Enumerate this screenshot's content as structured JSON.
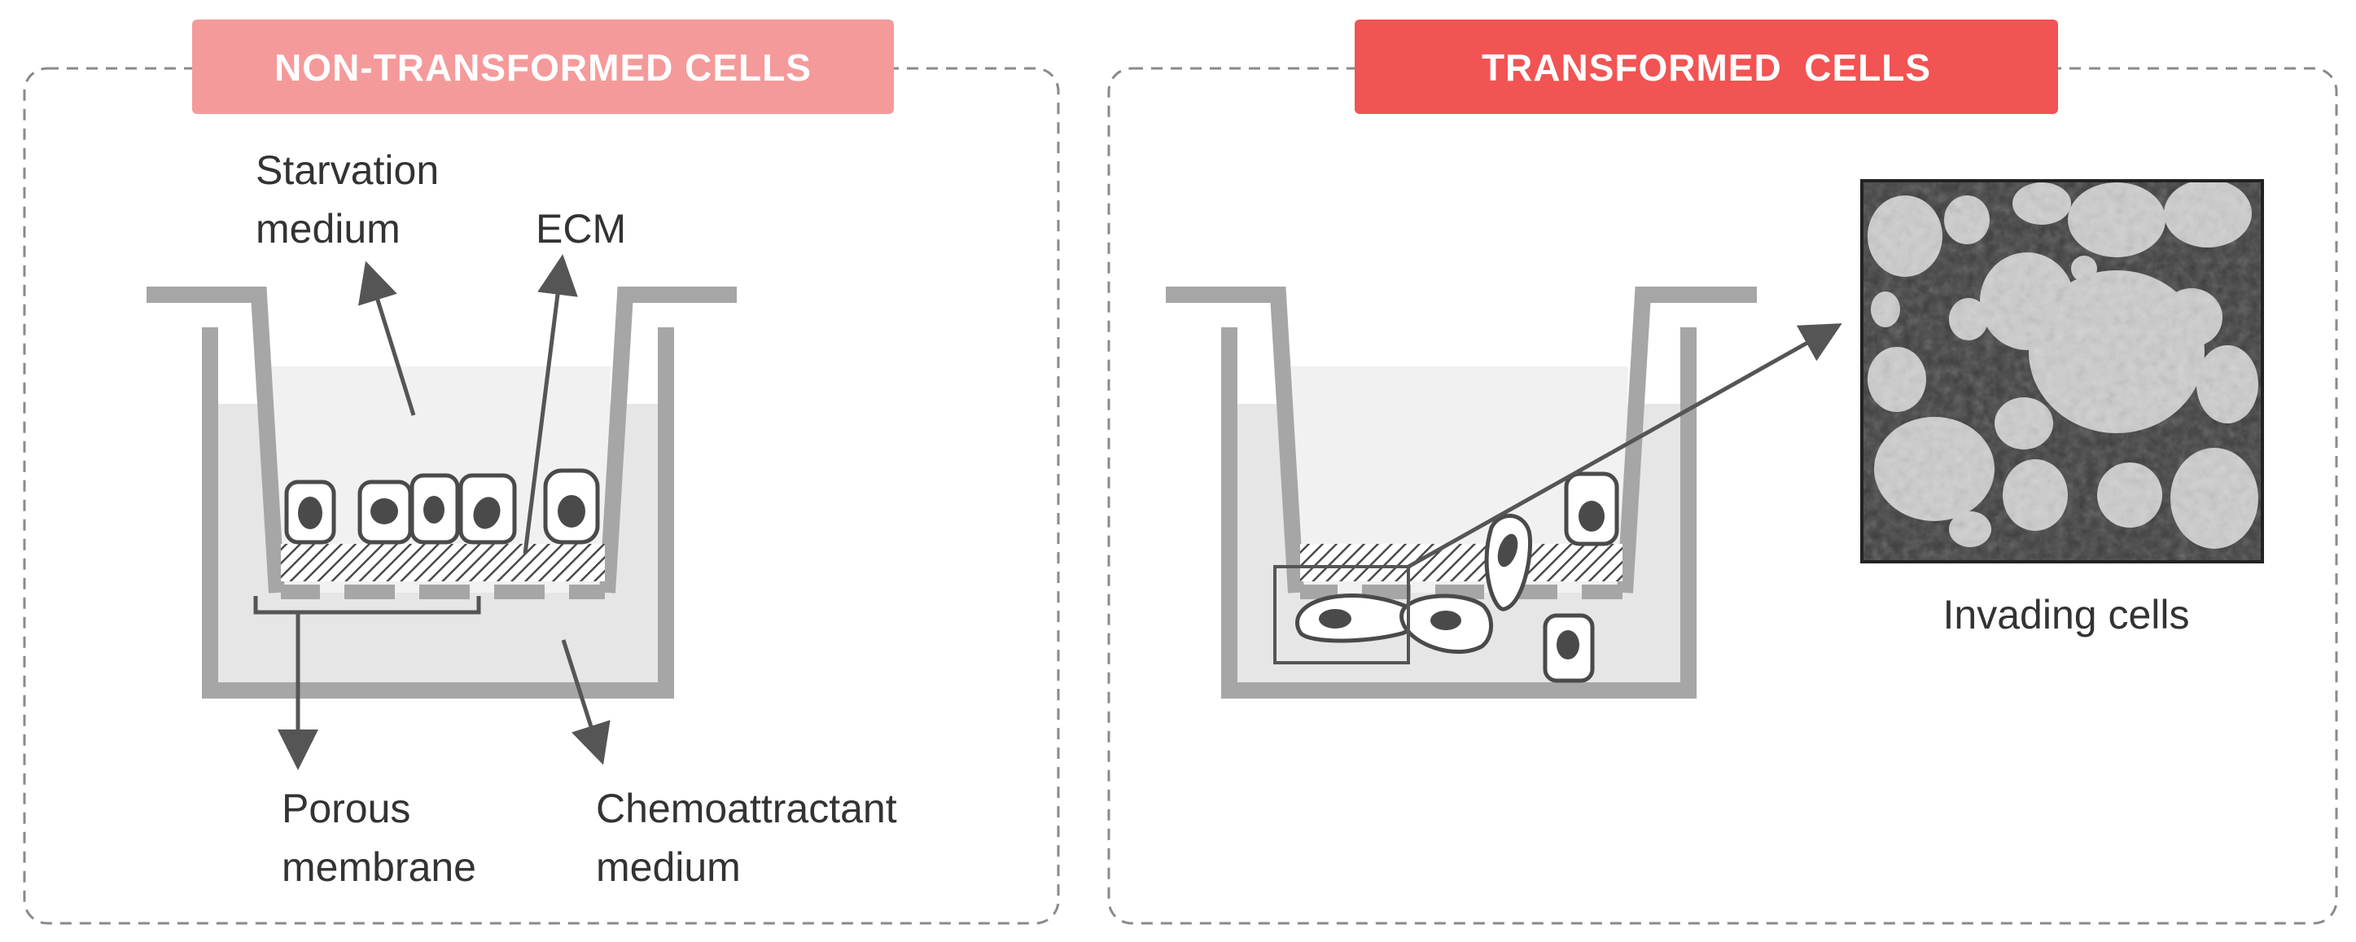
{
  "panels": {
    "left": {
      "title": "NON-TRANSFORMED CELLS",
      "title_color": "#f59a9a",
      "labels": {
        "starvation_line1": "Starvation",
        "starvation_line2": "medium",
        "ecm": "ECM",
        "porous_line1": "Porous",
        "porous_line2": "membrane",
        "chemo_line1": "Chemoattractant",
        "chemo_line2": "medium"
      }
    },
    "right": {
      "title": "TRANSFORMED  CELLS",
      "title_color": "#f25353",
      "labels": {
        "invading": "Invading cells"
      }
    }
  },
  "colors": {
    "well_wall": "#a6a6a6",
    "medium_fill": "#e6e6e6",
    "insert_fill": "#f1f1f1",
    "cell_outline": "#4a4a4a",
    "nucleus": "#4a4a4a",
    "arrow": "#555555",
    "dashed_border": "#8a8a8a"
  }
}
